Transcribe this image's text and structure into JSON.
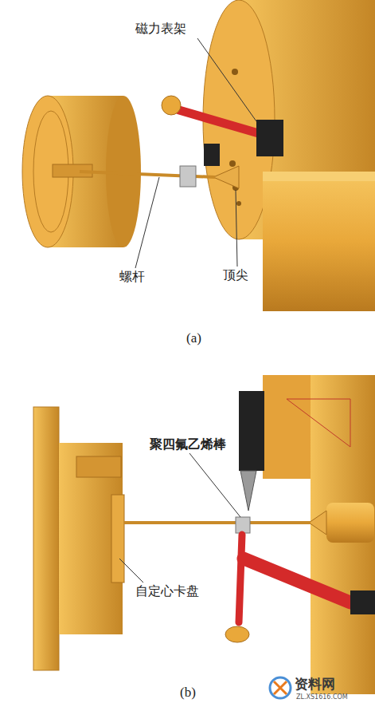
{
  "diagram": {
    "labels": [
      "磁力表架",
      "螺杆",
      "顶尖",
      "(a)",
      "聚四氟乙烯棒",
      "自定心卡盘",
      "(b)",
      "资料网",
      "ZL.XS1616.COM"
    ]
  }
}
